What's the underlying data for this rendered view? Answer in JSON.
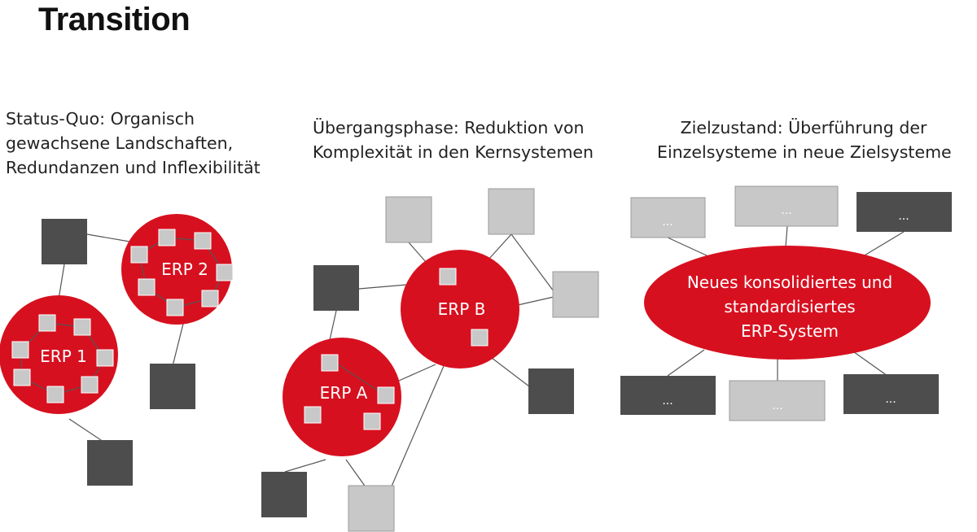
{
  "title": "Transition",
  "columns": [
    {
      "heading_lines": [
        "Status-Quo: Organisch",
        "gewachsene Landschaften,",
        "Redundanzen und Inflexibilität"
      ]
    },
    {
      "heading_lines": [
        "Übergangsphase: Reduktion von",
        "Komplexität in den Kernsystemen"
      ]
    },
    {
      "heading_lines": [
        "Zielzustand: Überführung der",
        "Einzelsysteme in neue Zielsysteme"
      ]
    }
  ],
  "systems": {
    "erp1": "ERP 1",
    "erp2": "ERP 2",
    "erpA": "ERP A",
    "erpB": "ERP B",
    "target_lines": [
      "Neues konsolidiertes und",
      "standardisiertes",
      "ERP-System"
    ]
  },
  "placeholder": "...",
  "colors": {
    "red": "#d7101f",
    "dark_box": "#4d4d4d",
    "light_box": "#c8c8c8",
    "line": "#555555"
  }
}
